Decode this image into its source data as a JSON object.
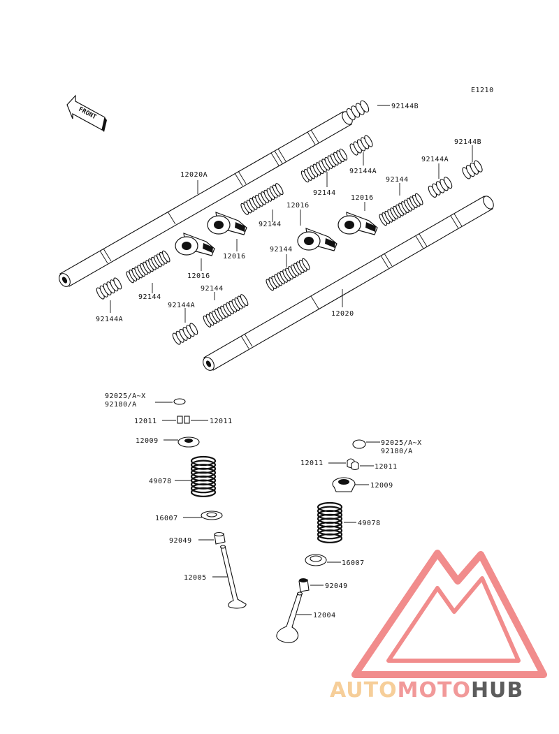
{
  "diagram_code": "E1210",
  "front_label": "FRONT",
  "watermark": {
    "word_auto": "AUTO",
    "word_moto": "MOTO",
    "word_hub": "HUB",
    "auto_color": "#f6c98f",
    "moto_color": "#f08e8e",
    "hub_color": "#4b4b4b",
    "logo_color": "#f08080"
  },
  "labels": {
    "shaft_upper": "12020A",
    "shaft_lower": "12020",
    "rocker_left": "12016",
    "rocker_mid": "12016",
    "rocker_center": "12016",
    "rocker_right": "12016",
    "spring_b_top": "92144B",
    "spring_b_right": "92144B",
    "spring_a_1": "92144A",
    "spring_a_2": "92144A",
    "spring_a_3": "92144A",
    "spring_a_4": "92144A",
    "spring_1": "92144",
    "spring_2": "92144",
    "spring_3": "92144",
    "spring_4": "92144",
    "spring_5": "92144",
    "spring_6": "92144",
    "shim_left_1": "92025/A~X",
    "shim_left_2": "92180/A",
    "keeper_left_a": "12011",
    "keeper_left_b": "12011",
    "retainer_left": "12009",
    "vspring_left": "49078",
    "seat_left": "16007",
    "seal_left": "92049",
    "valve_left": "12005",
    "shim_right_1": "92025/A~X",
    "shim_right_2": "92180/A",
    "keeper_right_a": "12011",
    "keeper_right_b": "12011",
    "retainer_right": "12009",
    "vspring_right": "49078",
    "seat_right": "16007",
    "seal_right": "92049",
    "valve_right": "12004"
  }
}
